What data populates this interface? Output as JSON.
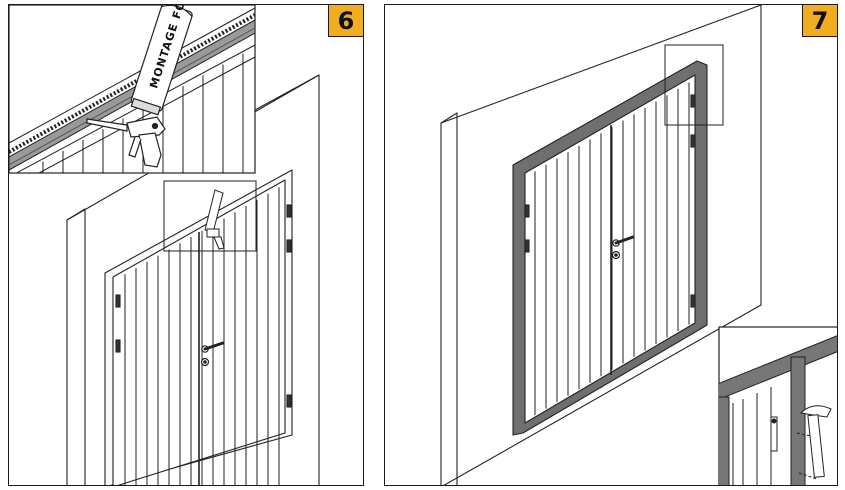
{
  "steps": [
    {
      "number": "6",
      "badge_color": "#f0ad22"
    },
    {
      "number": "7",
      "badge_color": "#f0ad22"
    }
  ],
  "foam_can_label": "MONTAGE FOAM",
  "icons": [
    "foam-gun-icon",
    "hammer-icon",
    "door-handle-icon"
  ]
}
